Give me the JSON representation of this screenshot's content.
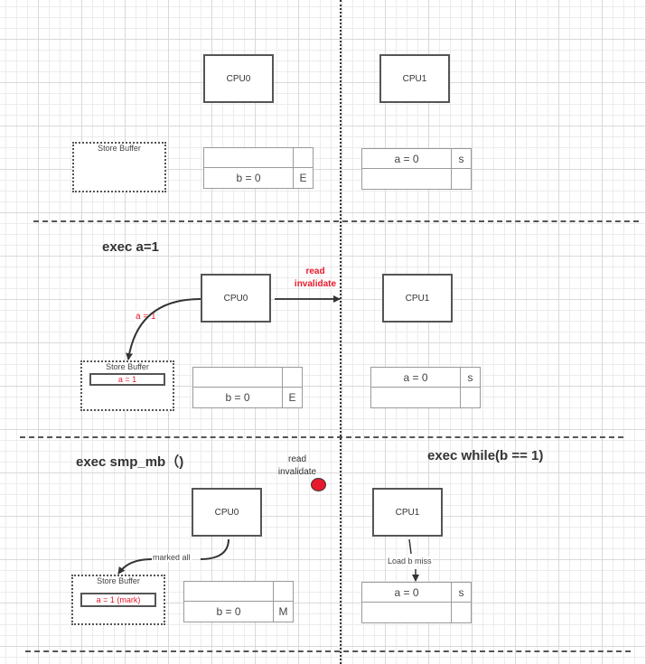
{
  "colors": {
    "accent_red": "#e8192c",
    "stroke": "#555555",
    "grid_minor": "#ececec",
    "grid_major": "#d9d9d9"
  },
  "panels": [
    {
      "heading": "",
      "cpu0": {
        "label": "CPU0"
      },
      "cpu1": {
        "label": "CPU1"
      },
      "store_buffer": {
        "title": "Store Buffer",
        "entries": []
      },
      "cpu0_cache": {
        "rows": [
          {
            "value": "",
            "state": ""
          },
          {
            "value": "b = 0",
            "state": "E"
          }
        ]
      },
      "cpu1_cache": {
        "rows": [
          {
            "value": "a = 0",
            "state": "s"
          },
          {
            "value": "",
            "state": ""
          }
        ]
      }
    },
    {
      "heading": "exec a=1",
      "cpu0": {
        "label": "CPU0"
      },
      "cpu1": {
        "label": "CPU1"
      },
      "store_buffer": {
        "title": "Store Buffer",
        "entries": [
          "a = 1"
        ]
      },
      "cpu0_cache": {
        "rows": [
          {
            "value": "",
            "state": ""
          },
          {
            "value": "b = 0",
            "state": "E"
          }
        ]
      },
      "cpu1_cache": {
        "rows": [
          {
            "value": "a = 0",
            "state": "s"
          },
          {
            "value": "",
            "state": ""
          }
        ]
      },
      "edge_to_store_buffer": "a = 1",
      "message": {
        "line1": "read",
        "line2": "invalidate"
      }
    },
    {
      "heading": "exec smp_mb（)",
      "heading_right": "exec while(b == 1)",
      "cpu0": {
        "label": "CPU0"
      },
      "cpu1": {
        "label": "CPU1"
      },
      "store_buffer": {
        "title": "Store Buffer",
        "entries": [
          "a = 1 (mark)"
        ]
      },
      "cpu0_cache": {
        "rows": [
          {
            "value": "",
            "state": ""
          },
          {
            "value": "b = 0",
            "state": "M"
          }
        ]
      },
      "cpu1_cache": {
        "rows": [
          {
            "value": "a = 0",
            "state": "s"
          },
          {
            "value": "",
            "state": ""
          }
        ]
      },
      "edge_to_store_buffer": "marked all",
      "edge_cpu1_cache": "Load b miss",
      "message": {
        "line1": "read",
        "line2": "invalidate"
      }
    }
  ]
}
